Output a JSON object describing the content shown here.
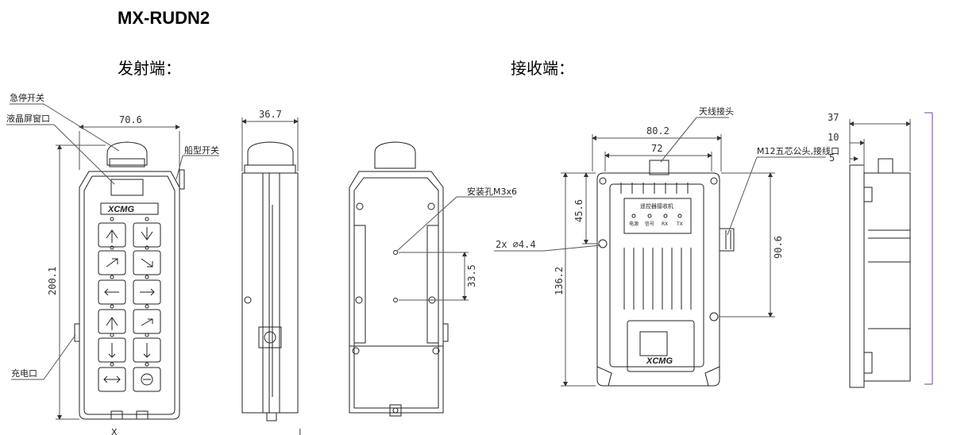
{
  "model_title": "MX-RUDN2",
  "transmitter_heading": "发射端：",
  "receiver_heading": "接收端：",
  "tx_labels": {
    "estop": "急停开关",
    "lcd": "液晶屏窗口",
    "toggle": "船型开关",
    "charge": "充电口",
    "mount_hole": "安装孔M3x6"
  },
  "tx_dims": {
    "width": "70.6",
    "depth": "36.7",
    "height": "200.1",
    "hole_pitch": "33.5"
  },
  "tx_logo": "XCMG",
  "rx_labels": {
    "antenna": "天线接头",
    "m12": "M12五芯公头,接线口",
    "holes": "2x ∅4.4",
    "panel_title": "遥控器接收机",
    "led_power": "电源",
    "led_signal": "信号",
    "led_rx": "RX",
    "led_tx": "TX"
  },
  "rx_dims": {
    "width": "80.2",
    "inner_width": "72",
    "upper": "45.6",
    "hole_span": "90.6",
    "height": "136.2",
    "side_total": "37",
    "side_mid": "10",
    "side_small": "5"
  },
  "rx_logo": "XCMG",
  "bottom_marks": {
    "left": "X",
    "right": "|"
  }
}
